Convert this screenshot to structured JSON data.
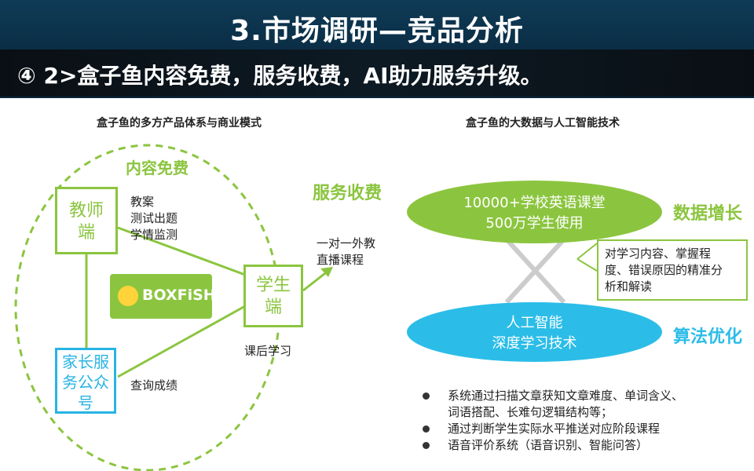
{
  "header": {
    "title": "3.市场调研—竞品分析",
    "subtitle": "④ 2>盒子鱼内容免费，服务收费，AI助力服务升级。"
  },
  "left": {
    "chart_title": "盒子鱼的多方产品体系与商业模式",
    "content_free": "内容免费",
    "service_paid": "服务收费",
    "teacher_box": [
      "教师",
      "端"
    ],
    "student_box": [
      "学生",
      "端"
    ],
    "parent_box": [
      "家长服",
      "务公众",
      "号"
    ],
    "teacher_items": [
      "教案",
      "测试出题",
      "学情监测"
    ],
    "paid_items": [
      "一对一外教",
      "直播课程"
    ],
    "after_class": "课后学习",
    "parent_item": "查询成绩",
    "logo_text": "BOXFiSH"
  },
  "right": {
    "chart_title": "盒子鱼的大数据与人工智能技术",
    "top_ellipse": [
      "10000+学校英语课堂",
      "500万学生使用"
    ],
    "bottom_ellipse": [
      "人工智能",
      "深度学习技术"
    ],
    "data_growth": "数据增长",
    "algo_opt": "算法优化",
    "callout": [
      "对学习内容、掌握程",
      "度、错误原因的精准分",
      "析和解读"
    ],
    "bullets": [
      [
        "系统通过扫描文章获知文章难度、单词含义、",
        "词语搭配、长难句逻辑结构等；"
      ],
      [
        "通过判断学生实际水平推送对应阶段课程"
      ],
      [
        "语音评价系统（语音识别、智能问答）"
      ]
    ]
  },
  "colors": {
    "accent_green": "#8bc53f",
    "accent_cyan": "#2bbde8",
    "parent_blue": "#28b4e3"
  }
}
